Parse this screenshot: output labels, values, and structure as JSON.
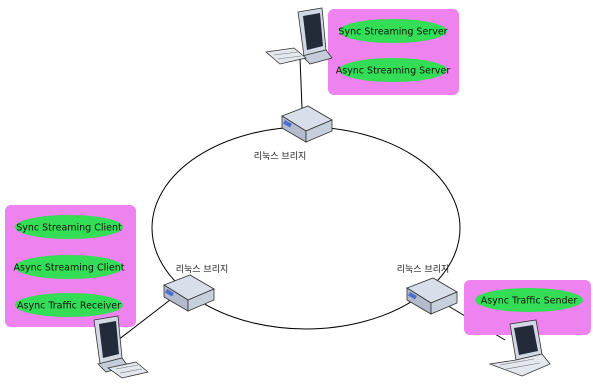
{
  "colors": {
    "group_box": "#EE82EE",
    "service_pill": "#33DD55",
    "ring": "#000000",
    "device_body": "#CFD6E3"
  },
  "ring": {
    "bridges": [
      {
        "label": "리눅스 브리지",
        "icon": "bridge-router-icon"
      },
      {
        "label": "리눅스 브리지",
        "icon": "bridge-router-icon"
      },
      {
        "label": "리눅스 브리지",
        "icon": "bridge-router-icon"
      }
    ]
  },
  "groups": {
    "server": {
      "icon": "desktop-computer-icon",
      "services": [
        "Sync Streaming Server",
        "Async Streaming Server"
      ]
    },
    "client": {
      "icon": "desktop-computer-icon",
      "services": [
        "Sync Streaming Client",
        "Async Streaming Client",
        "Async Traffic Receiver"
      ]
    },
    "sender": {
      "icon": "laptop-icon",
      "services": [
        "Async Traffic Sender"
      ]
    }
  }
}
